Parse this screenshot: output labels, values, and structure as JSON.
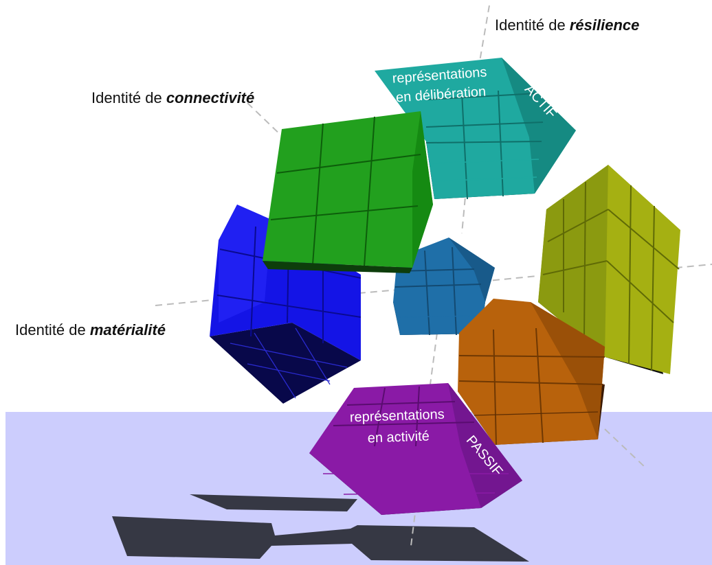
{
  "labels": {
    "resilience": {
      "prefix": "Identité de ",
      "emph": "résilience"
    },
    "connectivite": {
      "prefix": "Identité de ",
      "emph": "connectivité"
    },
    "materialite": {
      "prefix": "Identité de ",
      "emph": "matérialité"
    }
  },
  "faces": {
    "teal_line1": "représentations",
    "teal_line2": "en délibération",
    "teal_side": "ACTIF",
    "purple_line1": "représentations",
    "purple_line2": "en activité",
    "purple_side": "PASSIF"
  },
  "colors": {
    "teal": "#1fa9a0",
    "green": "#22a01e",
    "blue": "#1414e6",
    "steel_blue": "#1f6fa8",
    "olive": "#a5b012",
    "orange": "#b8620c",
    "purple": "#8a1aa6",
    "floor": "#cccdfd",
    "shadow": "#363844",
    "axis": "#bbbbbb"
  }
}
